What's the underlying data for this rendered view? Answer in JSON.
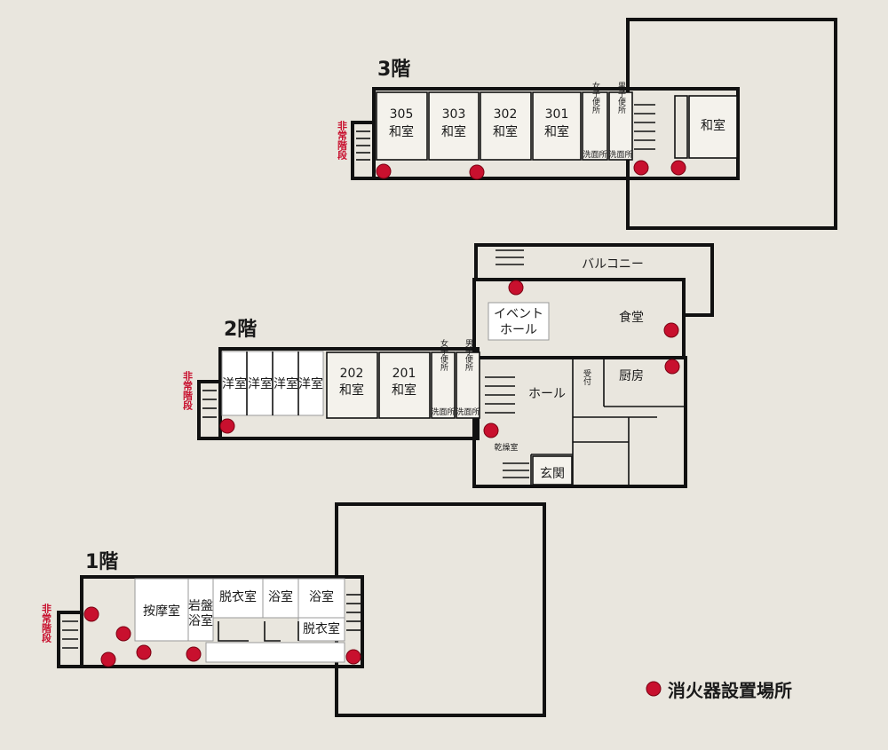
{
  "colors": {
    "background": "#e9e6de",
    "walls": "#111111",
    "marker": "#c8102e"
  },
  "legend": {
    "marker_label": "消火器設置場所",
    "marker_color": "#c8102e"
  },
  "floors": {
    "f3": {
      "title": "3階",
      "emergency_stairs": "非常階段",
      "rooms": {
        "r305_num": "305",
        "r305": "和室",
        "r303_num": "303",
        "r303": "和室",
        "r302_num": "302",
        "r302": "和室",
        "r301_num": "301",
        "r301": "和室",
        "women_wc": "女子便所",
        "men_wc": "男子便所",
        "washroom1": "洗面所",
        "washroom2": "洗面所",
        "washitsu": "和室"
      },
      "extinguishers": 4
    },
    "f2": {
      "title": "2階",
      "emergency_stairs": "非常階段",
      "rooms": {
        "yoshitsu1": "洋室",
        "yoshitsu2": "洋室",
        "yoshitsu3": "洋室",
        "yoshitsu4": "洋室",
        "r202_num": "202",
        "r202": "和室",
        "r201_num": "201",
        "r201": "和室",
        "women_wc": "女子便所",
        "men_wc": "男子便所",
        "washroom1": "洗面所",
        "washroom2": "洗面所",
        "balcony": "バルコニー",
        "event_hall": "イベント\nホール",
        "event_hall_1": "イベント",
        "event_hall_2": "ホール",
        "dining": "食堂",
        "hall": "ホール",
        "reception": "受付",
        "kitchen": "厨房",
        "drying_room": "乾燥室",
        "entrance": "玄関"
      },
      "extinguishers": 5
    },
    "f1": {
      "title": "1階",
      "emergency_stairs": "非常階段",
      "rooms": {
        "massage": "按摩室",
        "bedrock_bath": "岩盤浴室",
        "bedrock_1": "岩盤",
        "bedrock_2": "浴室",
        "dressing1": "脱衣室",
        "bath1": "浴室",
        "bath2": "浴室",
        "dressing2": "脱衣室"
      },
      "extinguishers": 6
    }
  }
}
